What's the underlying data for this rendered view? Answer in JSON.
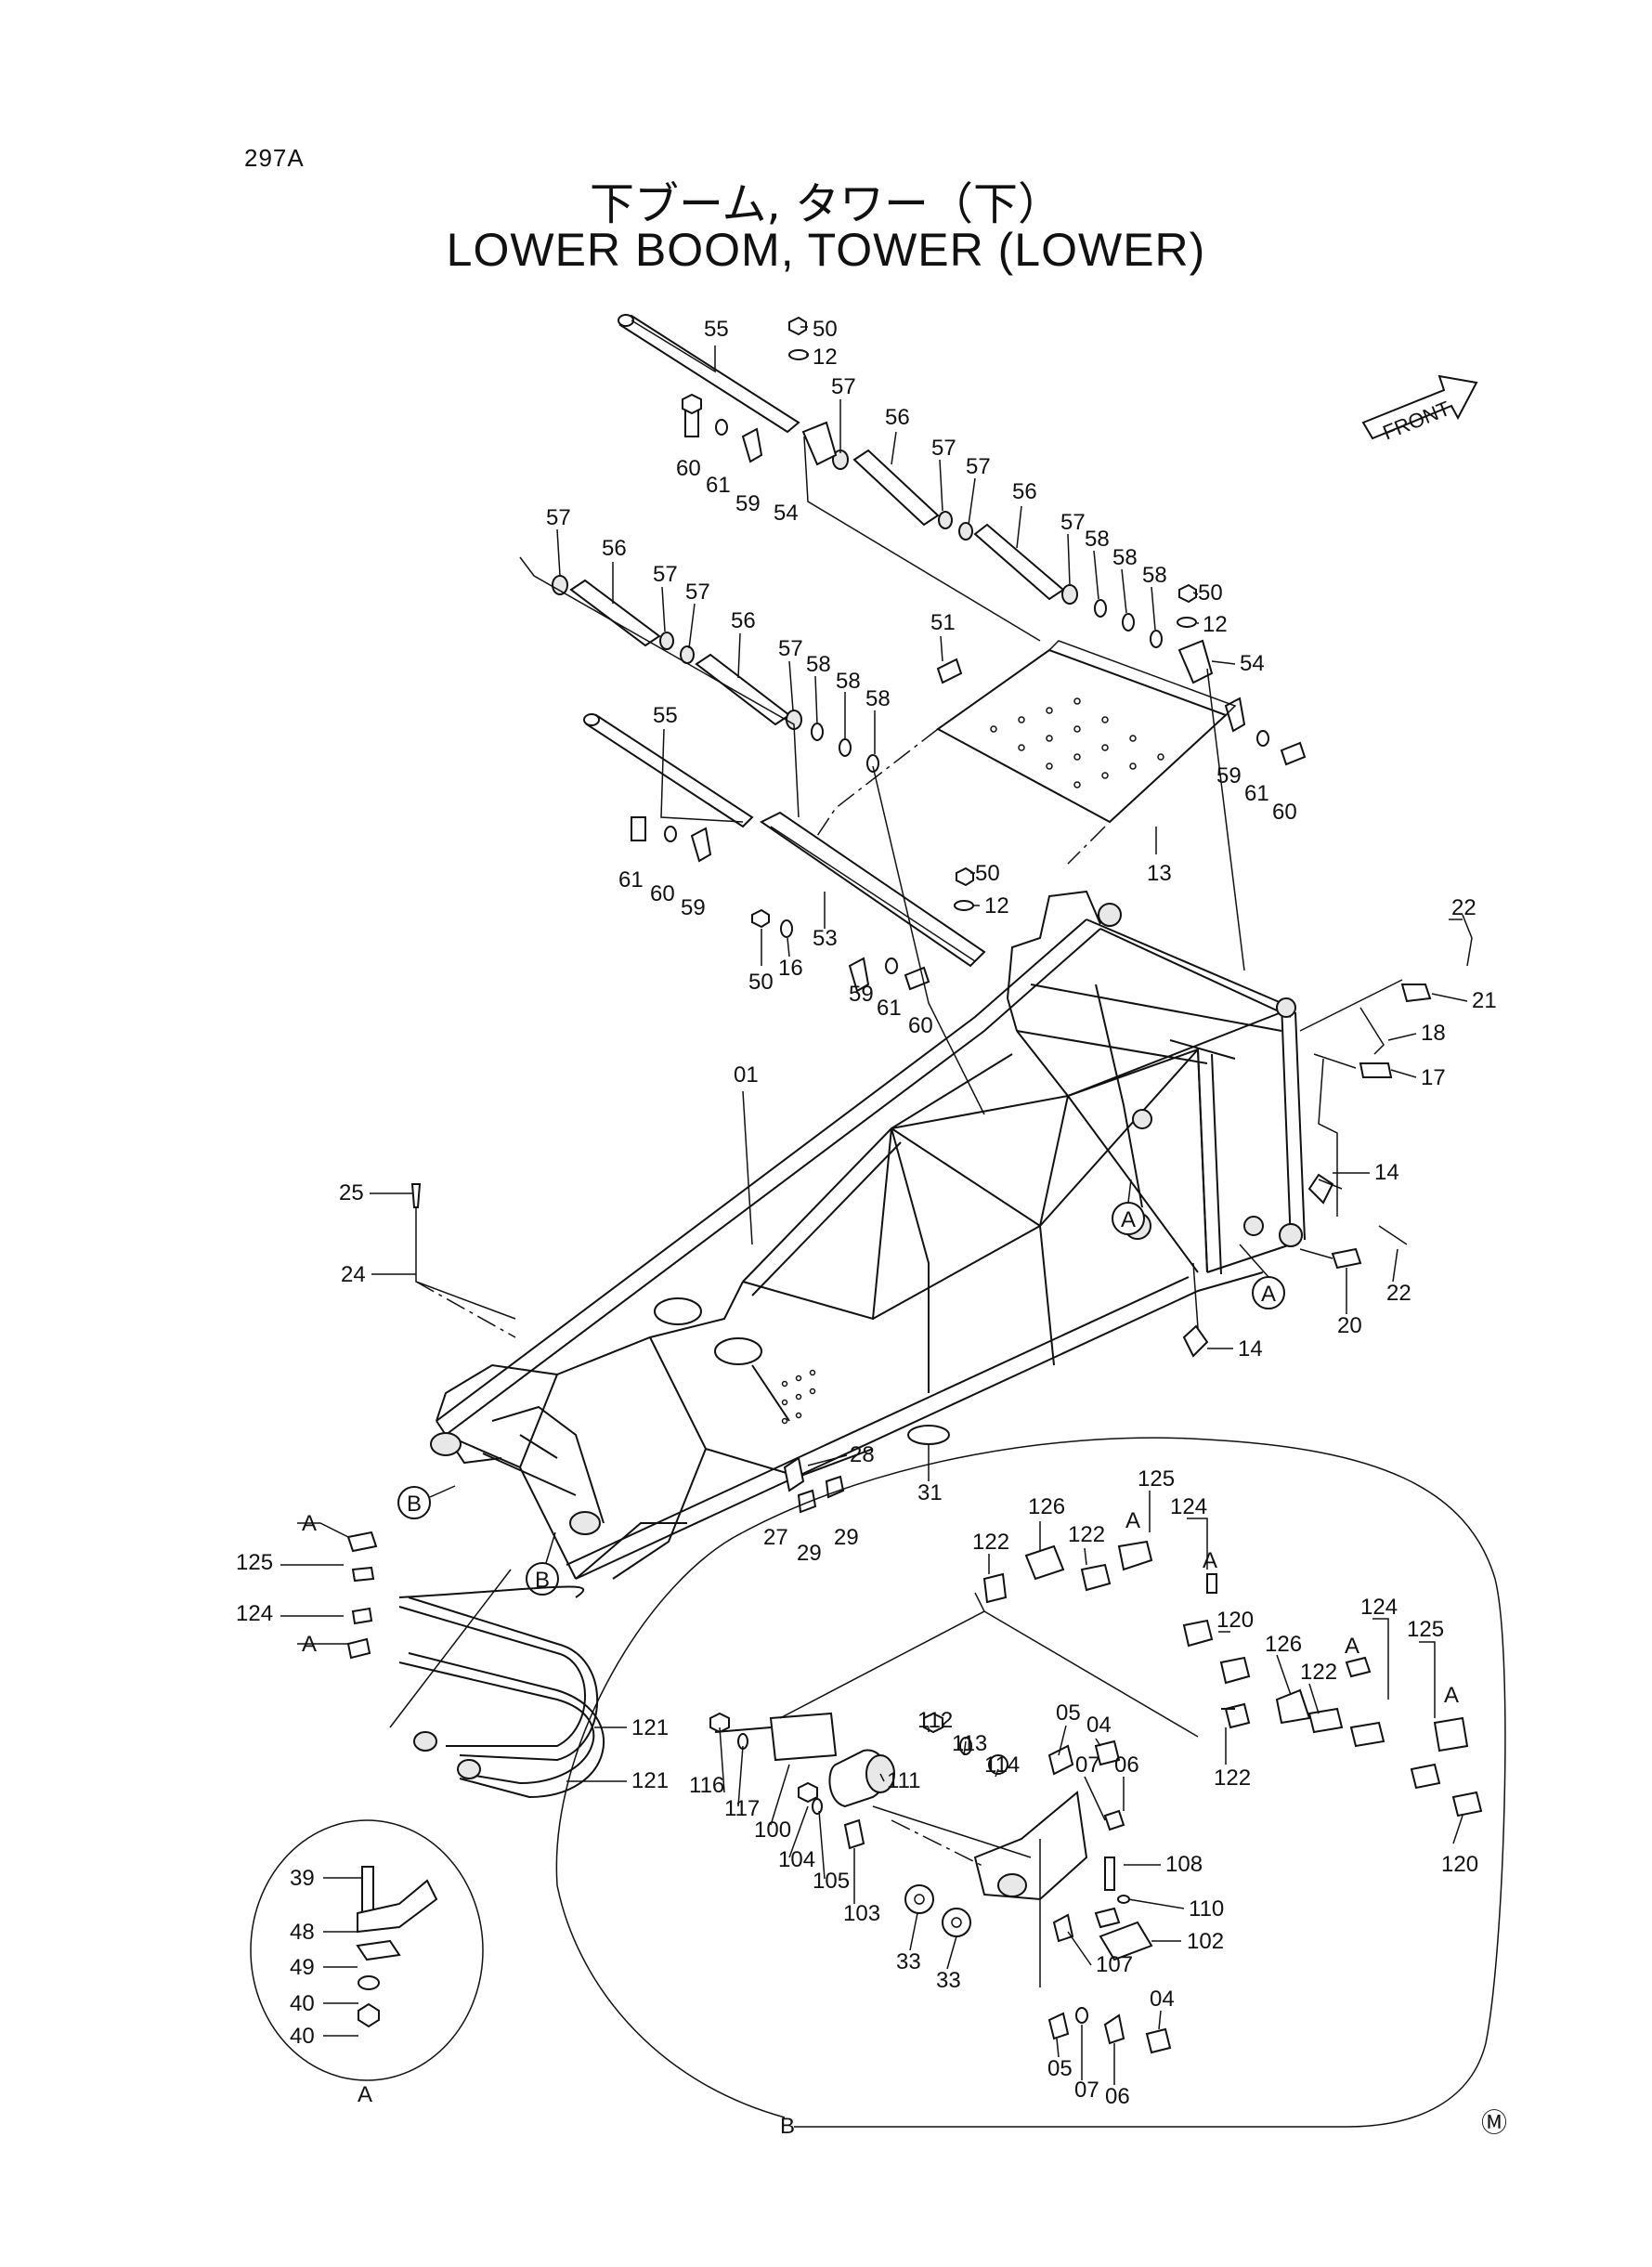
{
  "page_id": "297A",
  "title_jp": "下ブーム, タワー（下）",
  "title_en": "LOWER BOOM, TOWER (LOWER)",
  "front_label": "FRONT",
  "mark": "Ⓜ",
  "detail_labels": {
    "a": "A",
    "b": "B"
  },
  "callouts": {
    "c55a": "55",
    "c50a": "50",
    "c12a": "12",
    "c57a": "57",
    "c56a": "56",
    "c57b": "57",
    "c57c": "57",
    "c56b": "56",
    "c57d": "57",
    "c60a": "60",
    "c61a": "61",
    "c59a": "59",
    "c54a": "54",
    "c57e": "57",
    "c56c": "56",
    "c57f": "57",
    "c57g": "57",
    "c56d": "56",
    "c57h": "57",
    "c58a": "58",
    "c58b": "58",
    "c58c": "58",
    "c58d": "58",
    "c58e": "58",
    "c58f": "58",
    "c50b": "50",
    "c12b": "12",
    "c54b": "54",
    "c51": "51",
    "c55b": "55",
    "c59b": "59",
    "c61b": "61",
    "c60b": "60",
    "c13": "13",
    "c61c": "61",
    "c60c": "60",
    "c59c": "59",
    "c50c": "50",
    "c12c": "12",
    "c50d": "50",
    "c16": "16",
    "c53": "53",
    "c59d": "59",
    "c61d": "61",
    "c60d": "60",
    "c22a": "22",
    "c21": "21",
    "c18": "18",
    "c17": "17",
    "c14a": "14",
    "c22b": "22",
    "c20": "20",
    "c14b": "14",
    "c01": "01",
    "c25": "25",
    "c24": "24",
    "c28": "28",
    "c27": "27",
    "c29a": "29",
    "c29b": "29",
    "c31": "31",
    "cA1": "A",
    "cA2": "A",
    "cB1": "B",
    "cB2": "B",
    "c125a": "125",
    "cA3": "A",
    "c124a": "124",
    "cA4": "A",
    "c121a": "121",
    "c121b": "121",
    "c39": "39",
    "c48": "48",
    "c49": "49",
    "c40a": "40",
    "c40b": "40",
    "cAdet": "A",
    "c125b": "125",
    "cA5": "A",
    "c124b": "124",
    "cA6": "A",
    "c126a": "126",
    "c122a": "122",
    "c122b": "122",
    "c120a": "120",
    "c124c": "124",
    "c125c": "125",
    "cA7": "A",
    "cA8": "A",
    "c126b": "126",
    "c122c": "122",
    "c120b": "120",
    "c122d": "122",
    "c112": "112",
    "c113": "113",
    "c114": "114",
    "c05a": "05",
    "c04a": "04",
    "c07a": "07",
    "c06a": "06",
    "c116": "116",
    "c117": "117",
    "c100": "100",
    "c111": "111",
    "c104": "104",
    "c105": "105",
    "c103": "103",
    "c108": "108",
    "c110": "110",
    "c102": "102",
    "c107": "107",
    "c33a": "33",
    "c33b": "33",
    "c05b": "05",
    "c07b": "07",
    "c06b": "06",
    "c04b": "04",
    "cBdet": "B"
  }
}
